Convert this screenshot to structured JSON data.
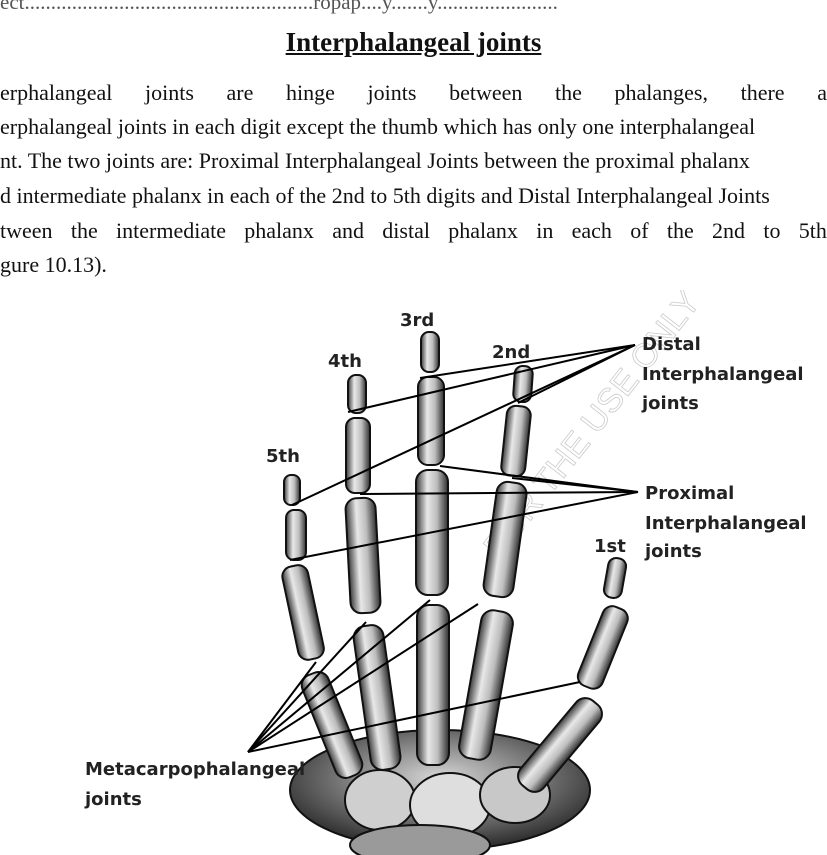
{
  "page": {
    "cut_top_line": "ect.......................................................ropap....y.......y.......................",
    "heading": "Interphalangeal joints",
    "paragraph_lines": [
      [
        "erphalangeal",
        "joints",
        "are",
        "hinge",
        "joints",
        "between",
        "the",
        "phalanges,",
        "there",
        "a"
      ],
      "erphalangeal joints in each digit except the thumb which has only one interphalangeal",
      "nt. The two joints are: Proximal Interphalangeal Joints between the proximal phalanx",
      "d intermediate phalanx in each of the 2nd to 5th digits and Distal Interphalangeal Joints",
      [
        "tween",
        "the",
        "intermediate",
        "phalanx",
        "and",
        "distal",
        "phalanx",
        "in",
        "each",
        "of",
        "the",
        "2nd",
        "to",
        "5th"
      ],
      "gure 10.13)."
    ]
  },
  "figure": {
    "digit_labels": {
      "d3": "3rd",
      "d4": "4th",
      "d2": "2nd",
      "d5": "5th",
      "d1": "1st"
    },
    "distal_label": [
      "Distal",
      "Interphalangeal",
      "joints"
    ],
    "proximal_label": [
      "Proximal",
      "Interphalangeal",
      "joints"
    ],
    "mcp_label": [
      "Metacarpophalangeal",
      "joints"
    ],
    "watermark": "FOR THE USE ONLY"
  }
}
